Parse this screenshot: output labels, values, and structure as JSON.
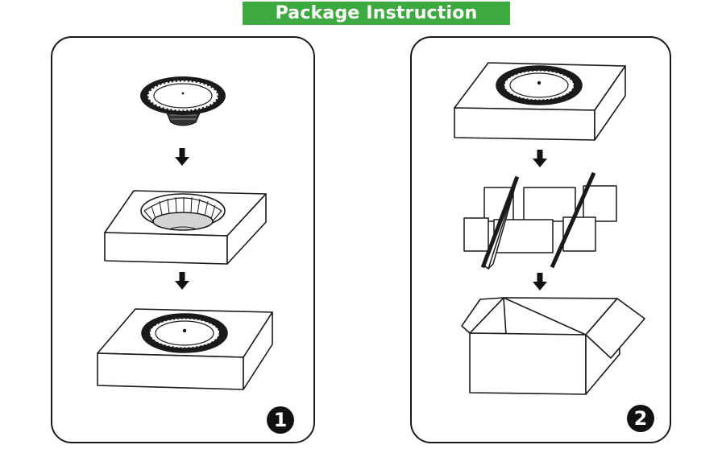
{
  "header": {
    "title": "Package Instruction"
  },
  "colors": {
    "banner": "#3daa3f",
    "line": "#1a1a1a",
    "foam": "#d4d4d4"
  },
  "panels": [
    {
      "step": "1",
      "items": [
        "ufo-high-bay-light-icon",
        "down-arrow-icon",
        "foam-tray-icon",
        "down-arrow-icon",
        "boxed-light-icon"
      ]
    },
    {
      "step": "2",
      "items": [
        "boxed-light-icon",
        "down-arrow-icon",
        "cardboard-divider-icon",
        "down-arrow-icon",
        "open-carton-icon"
      ]
    }
  ]
}
